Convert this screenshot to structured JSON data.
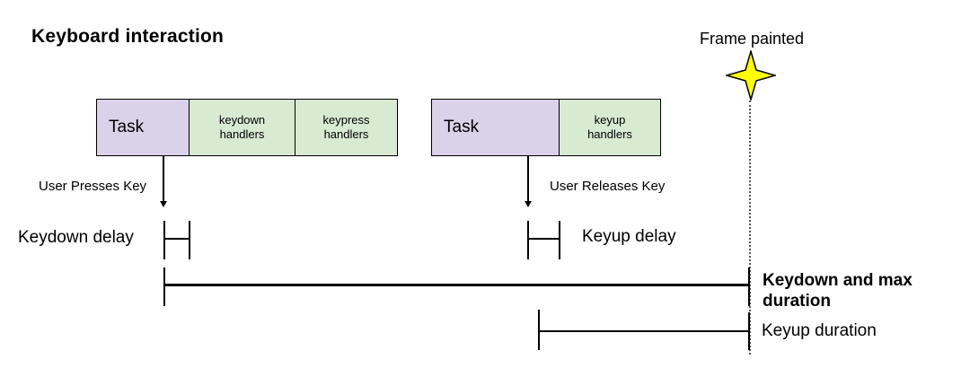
{
  "title": "Keyboard interaction",
  "frame_marker": {
    "label": "Frame painted",
    "star_icon": "four-point-sparkle",
    "star_fill": "#ffff00",
    "star_stroke": "#000000"
  },
  "colors": {
    "task_fill": "#d9d2e9",
    "handler_fill": "#d9ead3",
    "border": "#000000",
    "background": "#ffffff"
  },
  "keydown_timeline": {
    "task_label": "Task",
    "handlers": [
      "keydown handlers",
      "keypress handlers"
    ],
    "event_label": "User Presses Key",
    "delay_label": "Keydown delay"
  },
  "keyup_timeline": {
    "task_label": "Task",
    "handlers": [
      "keyup handlers"
    ],
    "event_label": "User Releases Key",
    "delay_label": "Keyup delay"
  },
  "durations": {
    "keydown_max_label": "Keydown and max duration",
    "keyup_label": "Keyup duration"
  }
}
